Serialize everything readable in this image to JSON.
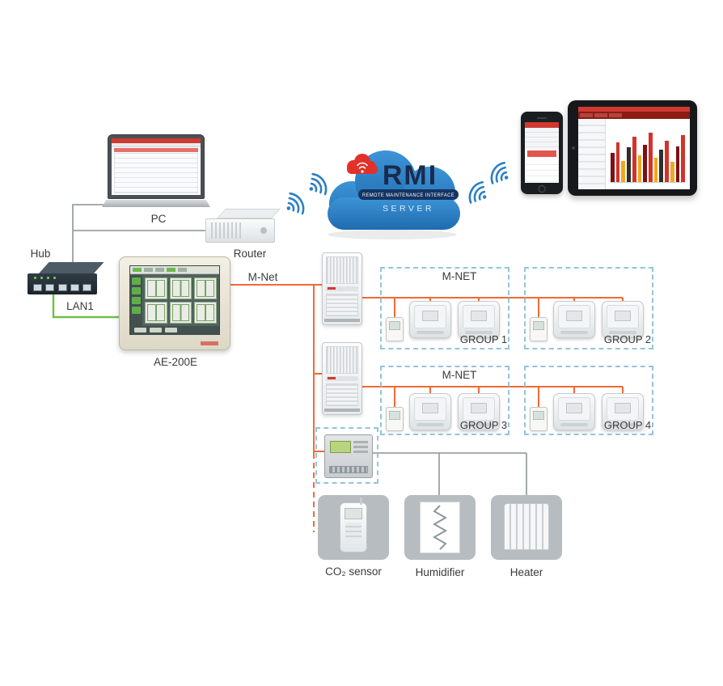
{
  "diagram": {
    "labels": {
      "pc": "PC",
      "hub": "Hub",
      "router": "Router",
      "lan": "LAN1",
      "central_controller": "AE-200E",
      "mnet_trunk": "M-Net",
      "co2_sensor": "CO₂ sensor",
      "humidifier": "Humidifier",
      "heater": "Heater"
    },
    "groups": [
      {
        "bus": "M-NET",
        "name": "GROUP 1"
      },
      {
        "name": "GROUP 2"
      },
      {
        "bus": "M-NET",
        "name": "GROUP 3"
      },
      {
        "name": "GROUP 4"
      }
    ],
    "cloud": {
      "brand": "RMI",
      "tagline": "REMOTE MAINTENANCE INTERFACE",
      "role": "SERVER"
    },
    "colors": {
      "mnet_wire": "#f26a35",
      "lan_wire": "#6fbf4b",
      "ethernet_wire": "#9aa0a3",
      "signal_blue": "#2e80c4",
      "group_box": "#93c4df",
      "cloud_blue": "#2c7fc3",
      "brand_red": "#e2312a"
    }
  }
}
